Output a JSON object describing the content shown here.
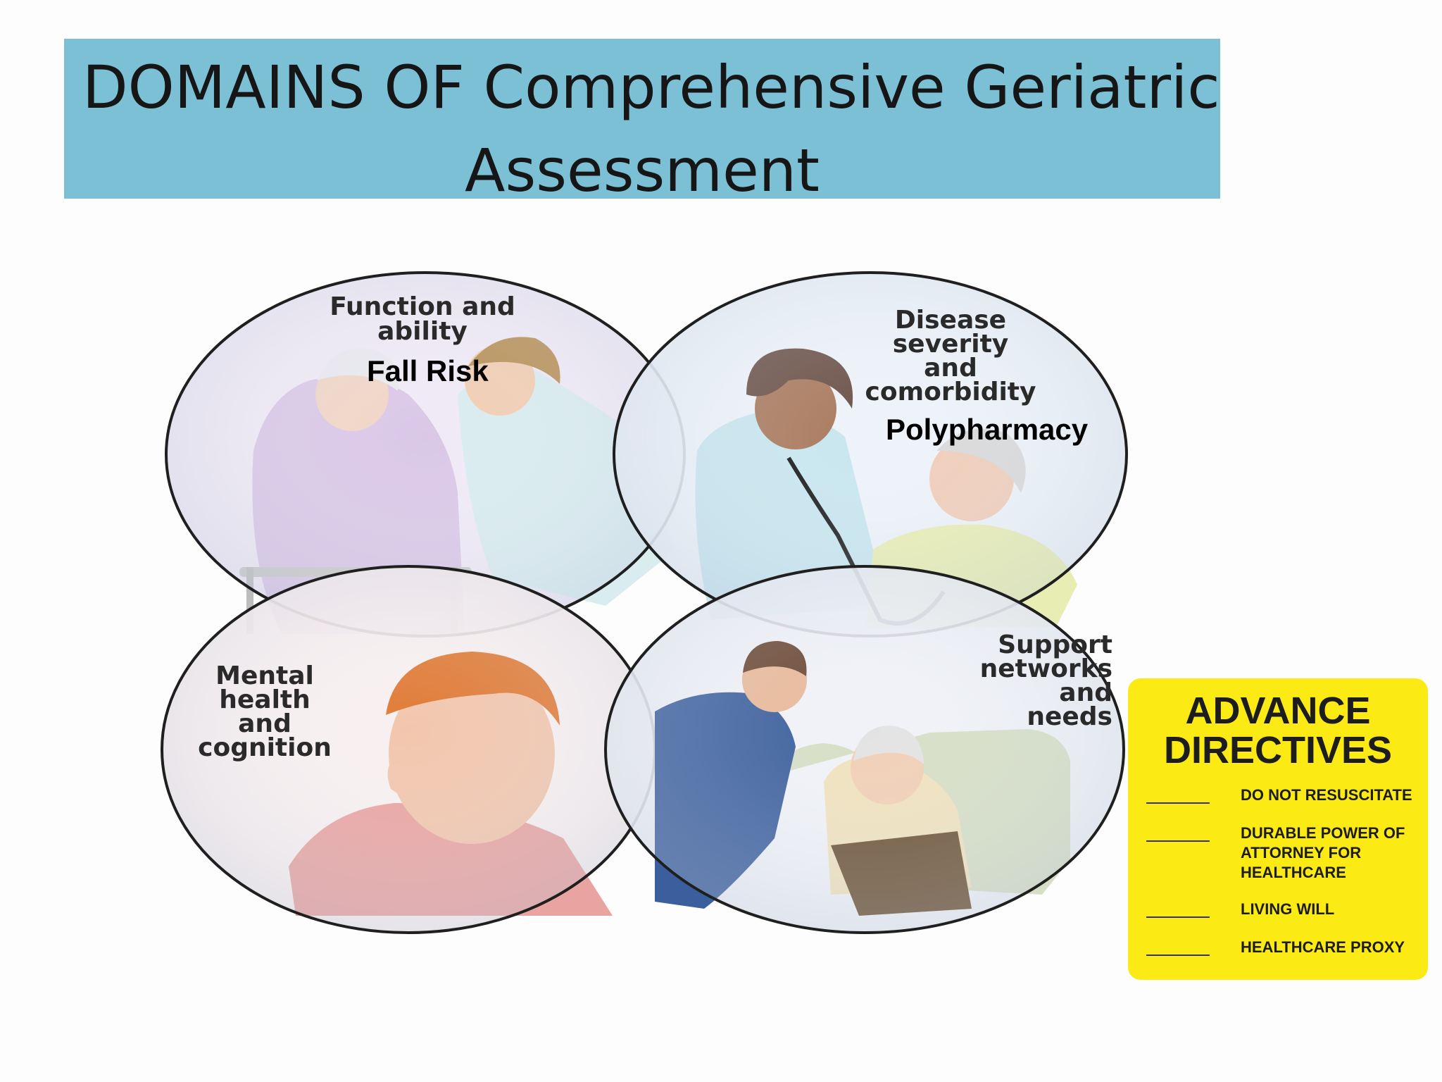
{
  "banner": {
    "title_line1": "DOMAINS OF Comprehensive Geriatric",
    "title_line2": "Assessment",
    "color": "#7cc0d6"
  },
  "domains": {
    "function": {
      "label": "Function and\nability",
      "extra": "Fall Risk",
      "tint": "#f0eaf6"
    },
    "disease": {
      "label": "Disease\nseverity\nand\ncomorbidity",
      "extra": "Polypharmacy",
      "tint": "#eaf1f8"
    },
    "mental": {
      "label": "Mental\nhealth\nand\ncognition",
      "tint": "#f7eeee"
    },
    "support": {
      "label": "Support\nnetworks\nand\nneeds",
      "tint": "#eef0f6"
    }
  },
  "advance_directives": {
    "title": "ADVANCE\nDIRECTIVES",
    "color": "#fbea14",
    "options": [
      "DO NOT RESUSCITATE",
      "DURABLE POWER OF ATTORNEY FOR HEALTHCARE",
      "LIVING WILL",
      "HEALTHCARE PROXY"
    ]
  }
}
